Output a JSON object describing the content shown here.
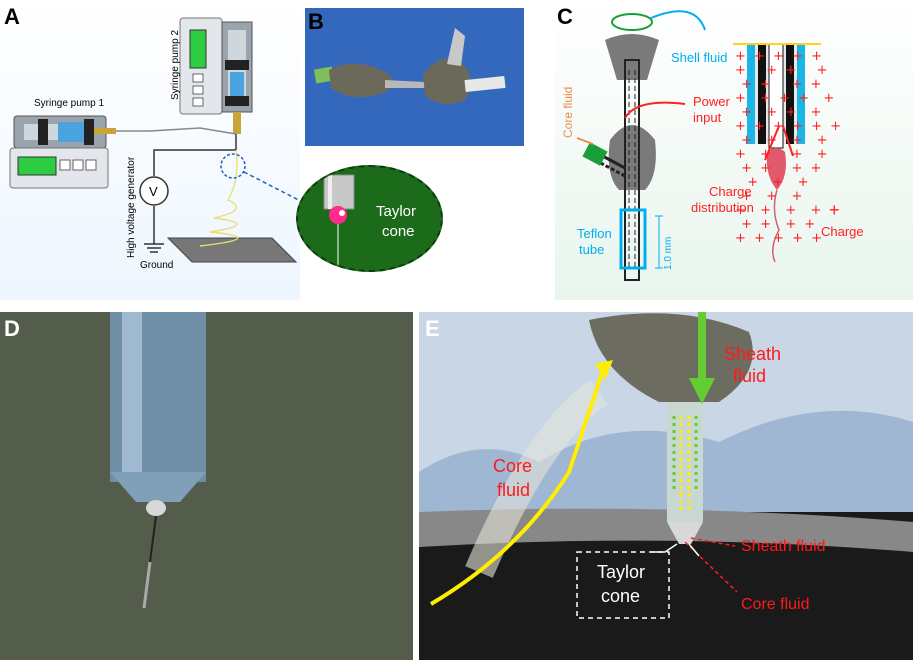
{
  "panels": {
    "a": {
      "label": "A",
      "syringe_pump_1": "Syringe pump 1",
      "syringe_pump_2": "Syringe pump 2",
      "high_voltage_generator": "High voltage generator",
      "voltmeter_symbol": "V",
      "ground": "Ground",
      "taylor_cone_line1": "Taylor",
      "taylor_cone_line2": "cone"
    },
    "b": {
      "label": "B"
    },
    "c": {
      "label": "C",
      "shell_fluid": "Shell fluid",
      "core_fluid": "Core fluid",
      "power_input_line1": "Power",
      "power_input_line2": "input",
      "charge_distribution_line1": "Charge",
      "charge_distribution_line2": "distribution",
      "teflon_tube_line1": "Teflon",
      "teflon_tube_line2": "tube",
      "scale_label": "1.0 mm",
      "charge_symbol": "+",
      "charge_label": "Charge"
    },
    "d": {
      "label": "D"
    },
    "e": {
      "label": "E",
      "sheath_fluid_top_line1": "Sheath",
      "sheath_fluid_top_line2": "fluid",
      "core_fluid_left_line1": "Core",
      "core_fluid_left_line2": "fluid",
      "sheath_fluid_right": "Sheath fluid",
      "core_fluid_right": "Core fluid",
      "taylor_cone_line1": "Taylor",
      "taylor_cone_line2": "cone"
    }
  },
  "colors": {
    "panel_c_label_cyan": "#00aeef",
    "panel_c_label_red": "#ff2020",
    "panel_c_core_orange": "#f08a4b",
    "panel_e_label_red": "#ff1a1a",
    "panel_e_yellow_arrow": "#ffee00",
    "panel_e_green_arrow": "#66cc33",
    "taylor_cone_bubble": "#1b6b1b"
  }
}
